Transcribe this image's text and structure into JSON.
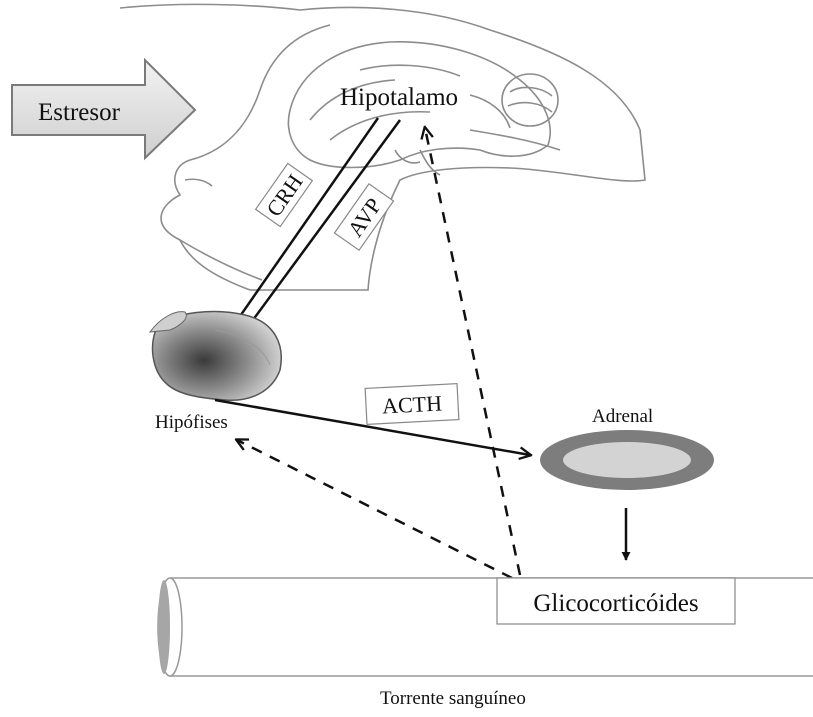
{
  "stressor": "Estresor",
  "hypothalamus": "Hipotalamo",
  "hormones": {
    "crh": "CRH",
    "avp": "AVP",
    "acth": "ACTH"
  },
  "pituitary": "Hipófises",
  "adrenal": "Adrenal",
  "glucocorticoids": "Glicocorticóides",
  "bloodstream": "Torrente sanguíneo",
  "colors": {
    "adrenal_outer": "#7d7d7d",
    "adrenal_inner": "#d3d3d3",
    "arrow_fill": "#e3e3e3",
    "outline": "#7a7a7a"
  }
}
